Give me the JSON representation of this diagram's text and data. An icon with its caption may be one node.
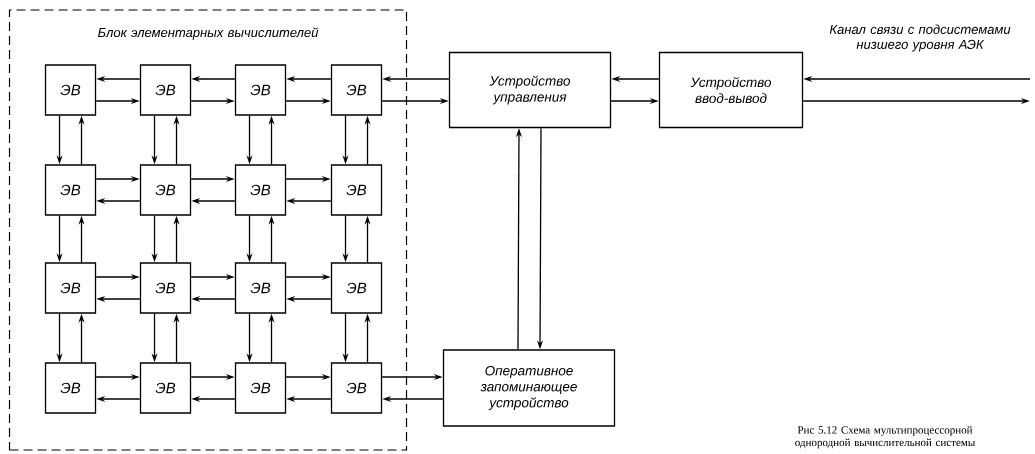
{
  "diagram": {
    "caption": "Рис 5.12 Схема мультипроцессорной однородной вычислительной системы",
    "nodes": [
      {
        "text": [
          "Блок элементарных вычислителей"
        ]
      },
      {
        "text": [
          "ЭВ"
        ],
        "in": 0
      },
      {
        "text": [
          "ЭВ"
        ],
        "in": 0
      },
      {
        "text": [
          "ЭВ"
        ],
        "in": 0
      },
      {
        "text": [
          "ЭВ"
        ],
        "in": 0
      },
      {
        "text": [
          "ЭВ"
        ],
        "in": 0
      },
      {
        "text": [
          "ЭВ"
        ],
        "in": 0
      },
      {
        "text": [
          "ЭВ"
        ],
        "in": 0
      },
      {
        "text": [
          "ЭВ"
        ],
        "in": 0
      },
      {
        "text": [
          "ЭВ"
        ],
        "in": 0
      },
      {
        "text": [
          "ЭВ"
        ],
        "in": 0
      },
      {
        "text": [
          "ЭВ"
        ],
        "in": 0
      },
      {
        "text": [
          "ЭВ"
        ],
        "in": 0
      },
      {
        "text": [
          "ЭВ"
        ],
        "in": 0
      },
      {
        "text": [
          "ЭВ"
        ],
        "in": 0
      },
      {
        "text": [
          "ЭВ"
        ],
        "in": 0
      },
      {
        "text": [
          "ЭВ"
        ],
        "in": 0
      },
      {
        "text": [
          "Устройство управления"
        ]
      },
      {
        "text": [
          "Устройство ввод-вывод"
        ]
      },
      {
        "text": [
          "Оперативное запоминающее устройство"
        ]
      }
    ],
    "edges": [
      {
        "from": 2,
        "to": 1,
        "arrow": "to"
      },
      {
        "from": 1,
        "to": 2,
        "arrow": "to"
      },
      {
        "from": 3,
        "to": 2,
        "arrow": "to"
      },
      {
        "from": 2,
        "to": 3,
        "arrow": "to"
      },
      {
        "from": 4,
        "to": 3,
        "arrow": "to"
      },
      {
        "from": 3,
        "to": 4,
        "arrow": "to"
      },
      {
        "from": 5,
        "to": 6,
        "arrow": "to"
      },
      {
        "from": 6,
        "to": 5,
        "arrow": "to"
      },
      {
        "from": 6,
        "to": 7,
        "arrow": "to"
      },
      {
        "from": 7,
        "to": 6,
        "arrow": "to"
      },
      {
        "from": 7,
        "to": 8,
        "arrow": "to"
      },
      {
        "from": 8,
        "to": 7,
        "arrow": "to"
      },
      {
        "from": 9,
        "to": 10,
        "arrow": "to"
      },
      {
        "from": 10,
        "to": 9,
        "arrow": "to"
      },
      {
        "from": 10,
        "to": 11,
        "arrow": "to"
      },
      {
        "from": 11,
        "to": 10,
        "arrow": "to"
      },
      {
        "from": 11,
        "to": 12,
        "arrow": "to"
      },
      {
        "from": 12,
        "to": 11,
        "arrow": "to"
      },
      {
        "from": 13,
        "to": 14,
        "arrow": "to"
      },
      {
        "from": 14,
        "to": 13,
        "arrow": "to"
      },
      {
        "from": 14,
        "to": 15,
        "arrow": "to"
      },
      {
        "from": 15,
        "to": 14,
        "arrow": "to"
      },
      {
        "from": 15,
        "to": 16,
        "arrow": "to"
      },
      {
        "from": 16,
        "to": 15,
        "arrow": "to"
      },
      {
        "from": 1,
        "to": 5,
        "arrow": "to"
      },
      {
        "from": 5,
        "to": 1,
        "arrow": "to"
      },
      {
        "from": 2,
        "to": 6,
        "arrow": "to"
      },
      {
        "from": 6,
        "to": 2,
        "arrow": "to"
      },
      {
        "from": 3,
        "to": 7,
        "arrow": "to"
      },
      {
        "from": 7,
        "to": 3,
        "arrow": "to"
      },
      {
        "from": 4,
        "to": 8,
        "arrow": "to"
      },
      {
        "from": 8,
        "to": 4,
        "arrow": "to"
      },
      {
        "from": 5,
        "to": 9,
        "arrow": "to"
      },
      {
        "from": 9,
        "to": 5,
        "arrow": "to"
      },
      {
        "from": 6,
        "to": 10,
        "arrow": "to"
      },
      {
        "from": 10,
        "to": 6,
        "arrow": "to"
      },
      {
        "from": 7,
        "to": 11,
        "arrow": "to"
      },
      {
        "from": 11,
        "to": 7,
        "arrow": "to"
      },
      {
        "from": 8,
        "to": 12,
        "arrow": "to"
      },
      {
        "from": 12,
        "to": 8,
        "arrow": "to"
      },
      {
        "from": 9,
        "to": 13,
        "arrow": "to"
      },
      {
        "from": 13,
        "to": 9,
        "arrow": "to"
      },
      {
        "from": 10,
        "to": 14,
        "arrow": "to"
      },
      {
        "from": 14,
        "to": 10,
        "arrow": "to"
      },
      {
        "from": 11,
        "to": 15,
        "arrow": "to"
      },
      {
        "from": 15,
        "to": 11,
        "arrow": "to"
      },
      {
        "from": 12,
        "to": 16,
        "arrow": "to"
      },
      {
        "from": 16,
        "to": 12,
        "arrow": "to"
      },
      {
        "from": 17,
        "to": 4,
        "arrow": "to"
      },
      {
        "from": 4,
        "to": 17,
        "arrow": "to"
      },
      {
        "from": 16,
        "to": 19,
        "arrow": "to"
      },
      {
        "from": 19,
        "to": 16,
        "arrow": "to"
      },
      {
        "from": 18,
        "to": 17,
        "arrow": "to"
      },
      {
        "from": 17,
        "to": 18,
        "arrow": "to"
      },
      {
        "from": 19,
        "to": 17,
        "arrow": "to"
      },
      {
        "from": 17,
        "to": 19,
        "arrow": "to"
      },
      {
        "from": null,
        "to": 18,
        "arrow": "to"
      },
      {
        "from": 18,
        "to": null,
        "arrow": "to"
      }
    ],
    "labels": [
      "Канал связи с подсистемами низшего уровня АЭК"
    ]
  }
}
